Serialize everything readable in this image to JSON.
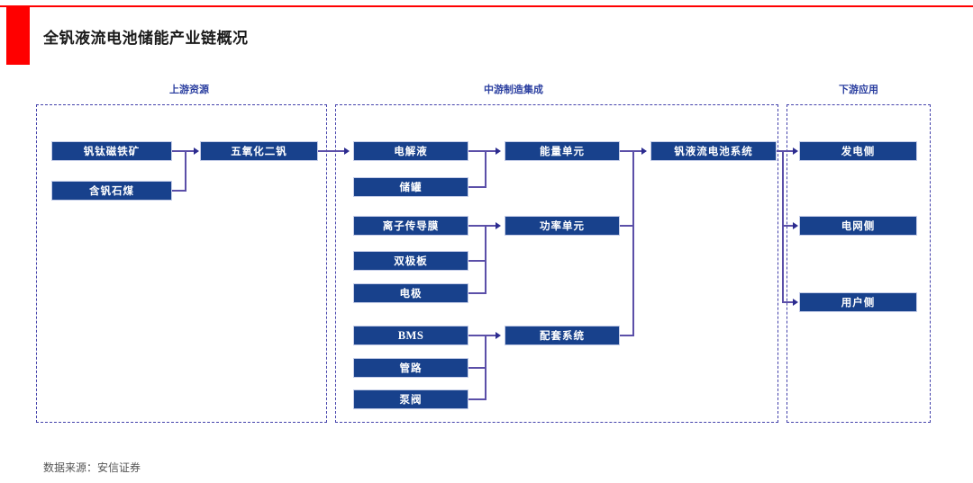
{
  "header": {
    "title": "全钒液流电池储能产业链概况",
    "accent_color": "#FF0000"
  },
  "footer": {
    "source": "数据来源：安信证券"
  },
  "theme": {
    "node_fill": "#18418C",
    "node_text": "#FFFFFF",
    "zone_border": "#4442AB",
    "connector": "#5B4FA8",
    "stage_label_color": "#2B3FA0"
  },
  "stages": [
    {
      "label": "上游资源"
    },
    {
      "label": "中游制造集成"
    },
    {
      "label": "下游应用"
    }
  ],
  "nodes": {
    "upstream": [
      {
        "label": "钒钛磁铁矿"
      },
      {
        "label": "含钒石煤"
      },
      {
        "label": "五氧化二钒"
      }
    ],
    "midstream_components": [
      {
        "label": "电解液"
      },
      {
        "label": "储罐"
      },
      {
        "label": "离子传导膜"
      },
      {
        "label": "双极板"
      },
      {
        "label": "电极"
      },
      {
        "label": "BMS"
      },
      {
        "label": "管路"
      },
      {
        "label": "泵阀"
      }
    ],
    "midstream_units": [
      {
        "label": "能量单元"
      },
      {
        "label": "功率单元"
      },
      {
        "label": "配套系统"
      }
    ],
    "system": {
      "label": "钒液流电池系统"
    },
    "downstream": [
      {
        "label": "发电侧"
      },
      {
        "label": "电网侧"
      },
      {
        "label": "用户侧"
      }
    ]
  }
}
